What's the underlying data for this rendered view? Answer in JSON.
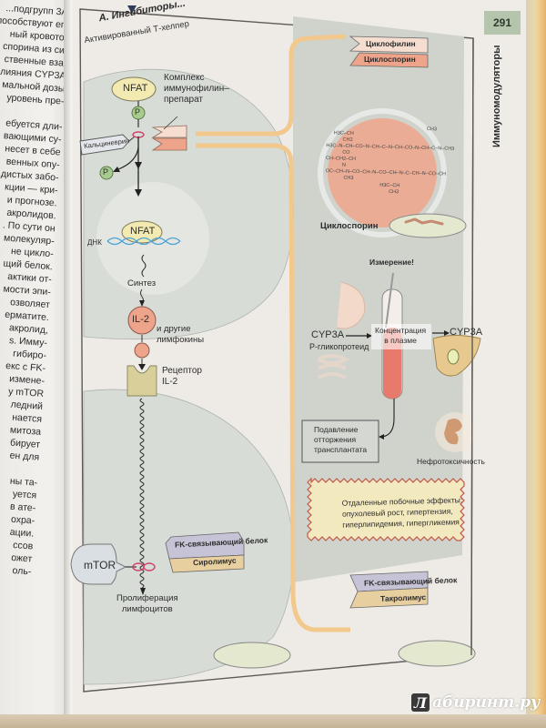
{
  "left_page": {
    "lines_top": [
      "...подгрупп 3А,",
      "способствуют его",
      "ный кровоток",
      "спорина из си-",
      "ственные вза-",
      "влияния CYP3A",
      "мальной дозы",
      "уровень пре-"
    ],
    "lines_mid": [
      "ебуется дли-",
      "вающими су-",
      "несет в себе",
      "венных опу-",
      "дистых забо-",
      "кции — кри-",
      "и прогнозе.",
      "акролидов.",
      ". По сути он",
      "молекуляр-",
      "не цикло-",
      "щий белок.",
      "актики от-",
      "мости эпи-",
      "озволяет",
      "ерматите.",
      "акролид,",
      "s. Имму-",
      "гибиро-",
      "екс с FK-",
      "измене-",
      "у mTOR",
      "ледний",
      "нается",
      "митоза",
      "бирует",
      "ен для"
    ],
    "lines_bottom": [
      "ны та-",
      "уется",
      "в ате-",
      "охра-",
      "ации.",
      "ссов",
      "ожет",
      "оль-"
    ]
  },
  "header": {
    "section_title": "А. Ингибиторы...",
    "cell_label": "Активированный Т-хелпер",
    "page_number": "291",
    "chapter_title": "Иммуномодуляторы"
  },
  "diagram": {
    "nfat_top": "NFAT",
    "phosphate": "P",
    "complex_label_1": "Комплекс",
    "complex_label_2": "иммунофилин–",
    "complex_label_3": "препарат",
    "calcineurin": "Кальциневрин",
    "nfat_nucleus": "NFAT",
    "dna": "ДНК",
    "synthesis": "Синтез",
    "il2": "IL-2",
    "other_lymphokines_1": "и другие",
    "other_lymphokines_2": "лимфокины",
    "receptor_1": "Рецептор",
    "receptor_2": "IL-2",
    "mtor": "mTOR",
    "fk_binding_protein": "FK-связывающий белок",
    "sirolimus": "Сиролимус",
    "proliferation_1": "Пролиферация",
    "proliferation_2": "лимфоцитов",
    "cyclophilin": "Циклофилин",
    "cyclosporin_tag": "Циклоспорин",
    "cyclosporin_label": "Циклоспорин",
    "measurement": "Измерение!",
    "cyp3a_left": "CYP3A",
    "pglyco": "P-гликопротеид",
    "concentration_1": "Концентрация",
    "concentration_2": "в плазме",
    "cyp3a_right": "CYP3A",
    "rejection_1": "Подавление",
    "rejection_2": "отторжения",
    "rejection_3": "трансплантата",
    "nephrotox": "Нефротоксичность",
    "side_effects_1": "Отдаленные побочные эффекты:",
    "side_effects_2": "опухолевый рост, гипертензия,",
    "side_effects_3": "гиперлипидемия, гипергликемия",
    "fk_binding_protein_2": "FK-связывающий белок",
    "tacrolimus": "Такролимус"
  },
  "chem": {
    "atoms": [
      "CH3",
      "H3C–CH",
      "CH2",
      "H3C–N–CH–CO–N–CH–C–N–CH–CO–N–CH–C–N–CH3",
      "CO",
      "CH–CH2–CH",
      "N",
      "OC–CH–N–CO–CH–N–CO–CH–N–C–CH–N–CO–CH",
      "CH3",
      "H3C–CH",
      "CH3"
    ]
  },
  "watermark": {
    "logo": "Л",
    "text": "абиринт.ру"
  },
  "colors": {
    "cell_fill": "#d6dbd5",
    "salmon": "#eea48a",
    "peach_tag": "#f5ddd0",
    "lavender_tag": "#c7c3d6",
    "tan_tag": "#e8cfa0",
    "green_p": "#a8cc8e",
    "nfat_fill": "#f2eab0",
    "receptor_fill": "#d8cf9a",
    "panel_gray": "#cfd3cc",
    "orange_line": "#f2c88c",
    "tab_green": "#b4c4ad"
  }
}
